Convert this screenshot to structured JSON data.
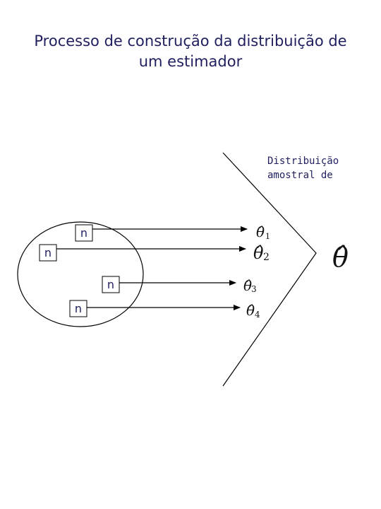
{
  "title": {
    "line1": "Processo de construção da distribuição de",
    "line2": "um estimador"
  },
  "distribution_label": {
    "line1": "Distribuição",
    "line2": "amostral de"
  },
  "samples": [
    {
      "label": "n",
      "estimator_symbol": "θ̂",
      "estimator_index": "1"
    },
    {
      "label": "n",
      "estimator_symbol": "θ̂",
      "estimator_index": "2"
    },
    {
      "label": "n",
      "estimator_symbol": "θ̂",
      "estimator_index": "3"
    },
    {
      "label": "n",
      "estimator_symbol": "θ̂",
      "estimator_index": "4"
    }
  ],
  "estimator_symbol": "θ̂",
  "colors": {
    "text": "#1f1f5f",
    "lines": "#000000"
  }
}
